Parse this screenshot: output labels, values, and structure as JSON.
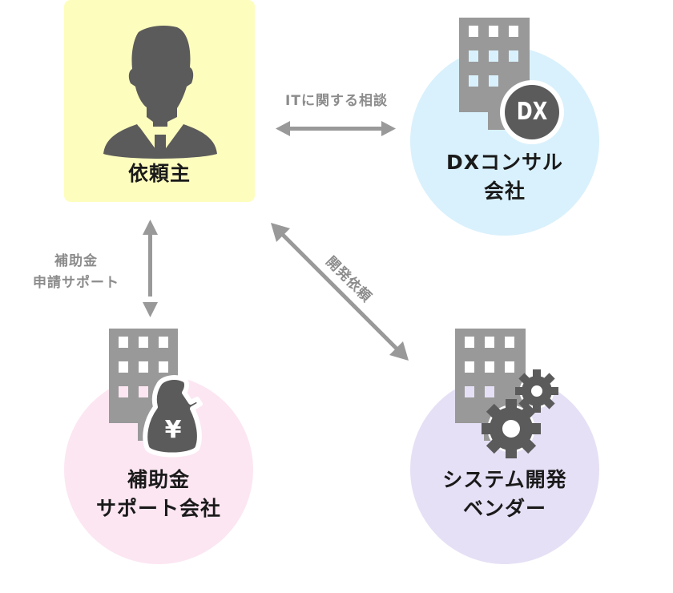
{
  "diagram": {
    "nodes": {
      "client": {
        "label": "依頼主",
        "icon": "businessman-icon",
        "bg": "#fdfdbe"
      },
      "dx": {
        "label_line1": "DXコンサル",
        "label_line2": "会社",
        "icon": "building-dx-icon",
        "badge": "DX",
        "bg": "#d9f1fc"
      },
      "subsidy": {
        "label_line1": "補助金",
        "label_line2": "サポート会社",
        "icon": "building-money-bag-icon",
        "badge": "¥",
        "bg": "#fce6f2"
      },
      "vendor": {
        "label_line1": "システム開発",
        "label_line2": "ベンダー",
        "icon": "building-gears-icon",
        "bg": "#e6e0f6"
      }
    },
    "edges": {
      "client_dx": {
        "label": "ITに関する相談",
        "type": "bidirectional"
      },
      "client_subsidy": {
        "label_line1": "補助金",
        "label_line2": "申請サポート",
        "type": "bidirectional"
      },
      "client_vendor": {
        "label": "開発依頼",
        "type": "bidirectional"
      }
    },
    "colors": {
      "icon_dark": "#5b5b5b",
      "building": "#999999",
      "arrow": "#999999",
      "text": "#1a1a1a",
      "edge_text": "#8c8c8c"
    }
  }
}
